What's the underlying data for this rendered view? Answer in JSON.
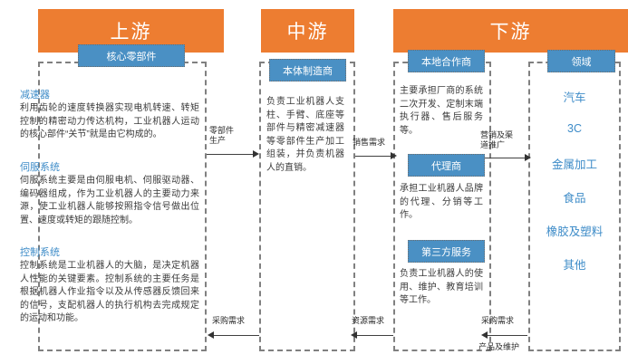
{
  "columns": {
    "upstream": {
      "banner": "上游",
      "chip": "核心零部件",
      "blocks": [
        {
          "title": "减速器",
          "text": "利用齿轮的速度转换器实现电机转速、转矩控制的精密动力传达机构，工业机器人运动的核心部件“关节”就是由它构成的。"
        },
        {
          "title": "伺服系统",
          "text": "伺服系统主要是由伺服电机、伺服驱动器、编码器组成，作为工业机器人的主要动力来源，使工业机器人能够按照指令信号做出位置、速度或转矩的跟随控制。"
        },
        {
          "title": "控制系统",
          "text": "控制系统是工业机器人的大脑，是决定机器人性能的关键要素。控制系统的主要任务是根据机器人作业指令以及从传感器反馈回来的信号，支配机器人的执行机构去完成规定的运动和功能。"
        }
      ]
    },
    "midstream": {
      "banner": "中游",
      "chip": "本体制造商",
      "blocks": [
        {
          "title": "",
          "text": "负责工业机器人支柱、手臂、底座等部件与精密减速器等零部件生产加工组装，并负责机器人的直销。"
        }
      ]
    },
    "downstream": {
      "banner": "下游",
      "partners": {
        "chips": [
          {
            "label": "本地合作商",
            "text": "主要承担厂商的系统二次开发、定制末端执行器、售后服务等。"
          },
          {
            "label": "代理商",
            "text": "承担工业机器人品牌的代理、分销等工作。"
          },
          {
            "label": "第三方服务",
            "text": "负责工业机器人的使用、维护、教育培训等工作。"
          }
        ]
      },
      "fields": {
        "chip": "领域",
        "items": [
          "汽车",
          "3C",
          "金属加工",
          "食品",
          "橡胶及塑料",
          "其他"
        ]
      }
    }
  },
  "connectors": [
    {
      "id": "parts-production",
      "label": "零部件\n生产",
      "line1": "零部件",
      "line2": "生产",
      "direction": "right"
    },
    {
      "id": "procurement-demand-1",
      "label": "采购需求",
      "line1": "采购需求",
      "line2": "",
      "direction": "left"
    },
    {
      "id": "sales-demand",
      "label": "销售需求",
      "line1": "销售需求",
      "line2": "",
      "direction": "right"
    },
    {
      "id": "resource-demand",
      "label": "资源需求",
      "line1": "资源需求",
      "line2": "",
      "direction": "left"
    },
    {
      "id": "marketing-channel",
      "label": "营销及渠\n道推广",
      "line1": "营销及渠",
      "line2": "道推广",
      "direction": "right"
    },
    {
      "id": "procurement-demand-2",
      "label": "采购需求",
      "line1": "采购需求",
      "line2": "",
      "direction": "left"
    },
    {
      "id": "product-maintenance",
      "label": "产品及维护",
      "line1": "产品及维护",
      "line2": "",
      "direction": "left"
    }
  ],
  "colors": {
    "banner_orange": "#ED7D31",
    "chip_blue": "#4A90C4",
    "heading_blue": "#3E8CC8",
    "panel_dash": "#808080",
    "body_text": "#3a3a3a"
  }
}
